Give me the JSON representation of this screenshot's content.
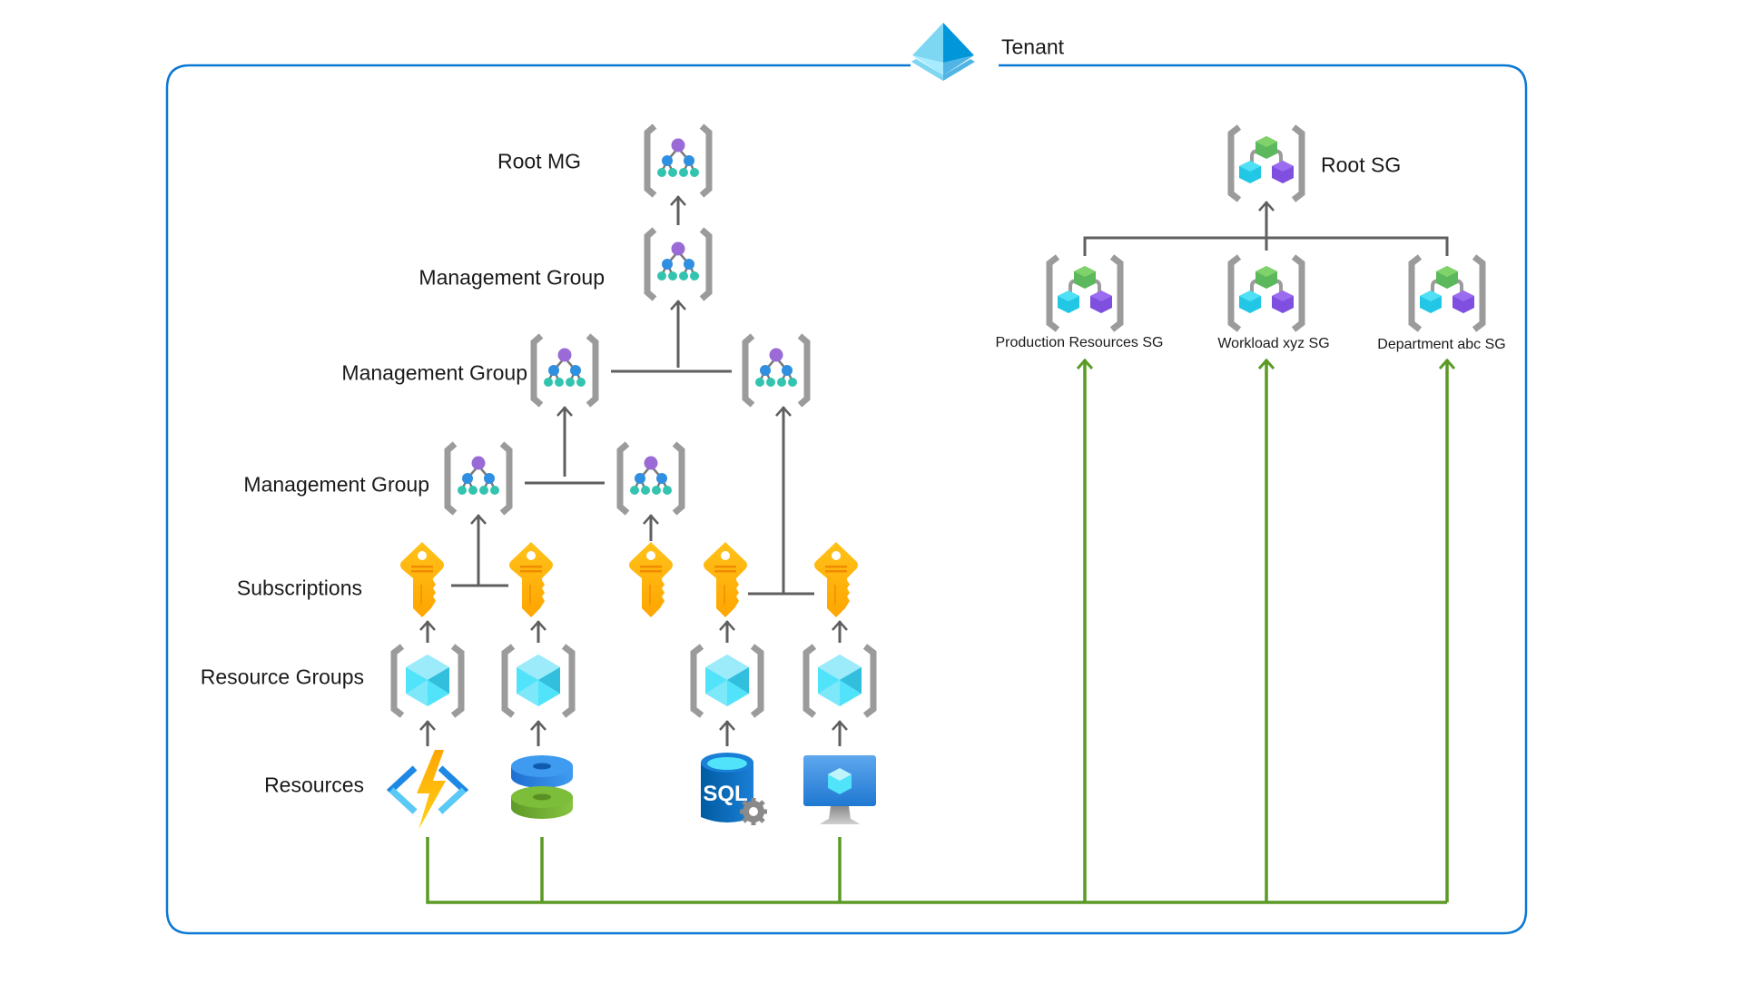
{
  "tenant": {
    "label": "Tenant",
    "icon": "entra-id-pyramid-icon"
  },
  "colors": {
    "tenant_border": "#0a78d4",
    "hierarchy_line": "#5f5f5f",
    "service_group_link": "#5a9a25",
    "bracket_gray": "#9b9b9b"
  },
  "management_hierarchy": {
    "levels": [
      {
        "id": "root-mg",
        "label": "Root MG",
        "icon": "management-group-icon",
        "count": 1
      },
      {
        "id": "mg-l2",
        "label": "Management Group",
        "icon": "management-group-icon",
        "count": 1
      },
      {
        "id": "mg-l3",
        "label": "Management Group",
        "icon": "management-group-icon",
        "count": 2
      },
      {
        "id": "mg-l4",
        "label": "Management Group",
        "icon": "management-group-icon",
        "count": 2
      },
      {
        "id": "subscriptions",
        "label": "Subscriptions",
        "icon": "subscription-key-icon",
        "count": 5
      },
      {
        "id": "resource-groups",
        "label": "Resource Groups",
        "icon": "resource-group-icon",
        "count": 4
      },
      {
        "id": "resources",
        "label": "Resources",
        "icon": "resource-icon",
        "count": 4
      }
    ],
    "resources": [
      {
        "type": "Function App",
        "icon": "function-app-icon"
      },
      {
        "type": "Disk",
        "icon": "managed-disk-icon"
      },
      {
        "type": "SQL",
        "icon": "sql-database-icon",
        "text": "SQL"
      },
      {
        "type": "Virtual Machine",
        "icon": "virtual-machine-icon"
      }
    ]
  },
  "service_groups": {
    "root": {
      "label": "Root SG",
      "icon": "service-group-icon"
    },
    "children": [
      {
        "label": "Production Resources SG",
        "icon": "service-group-icon"
      },
      {
        "label": "Workload xyz SG",
        "icon": "service-group-icon"
      },
      {
        "label": "Department abc SG",
        "icon": "service-group-icon"
      }
    ]
  }
}
